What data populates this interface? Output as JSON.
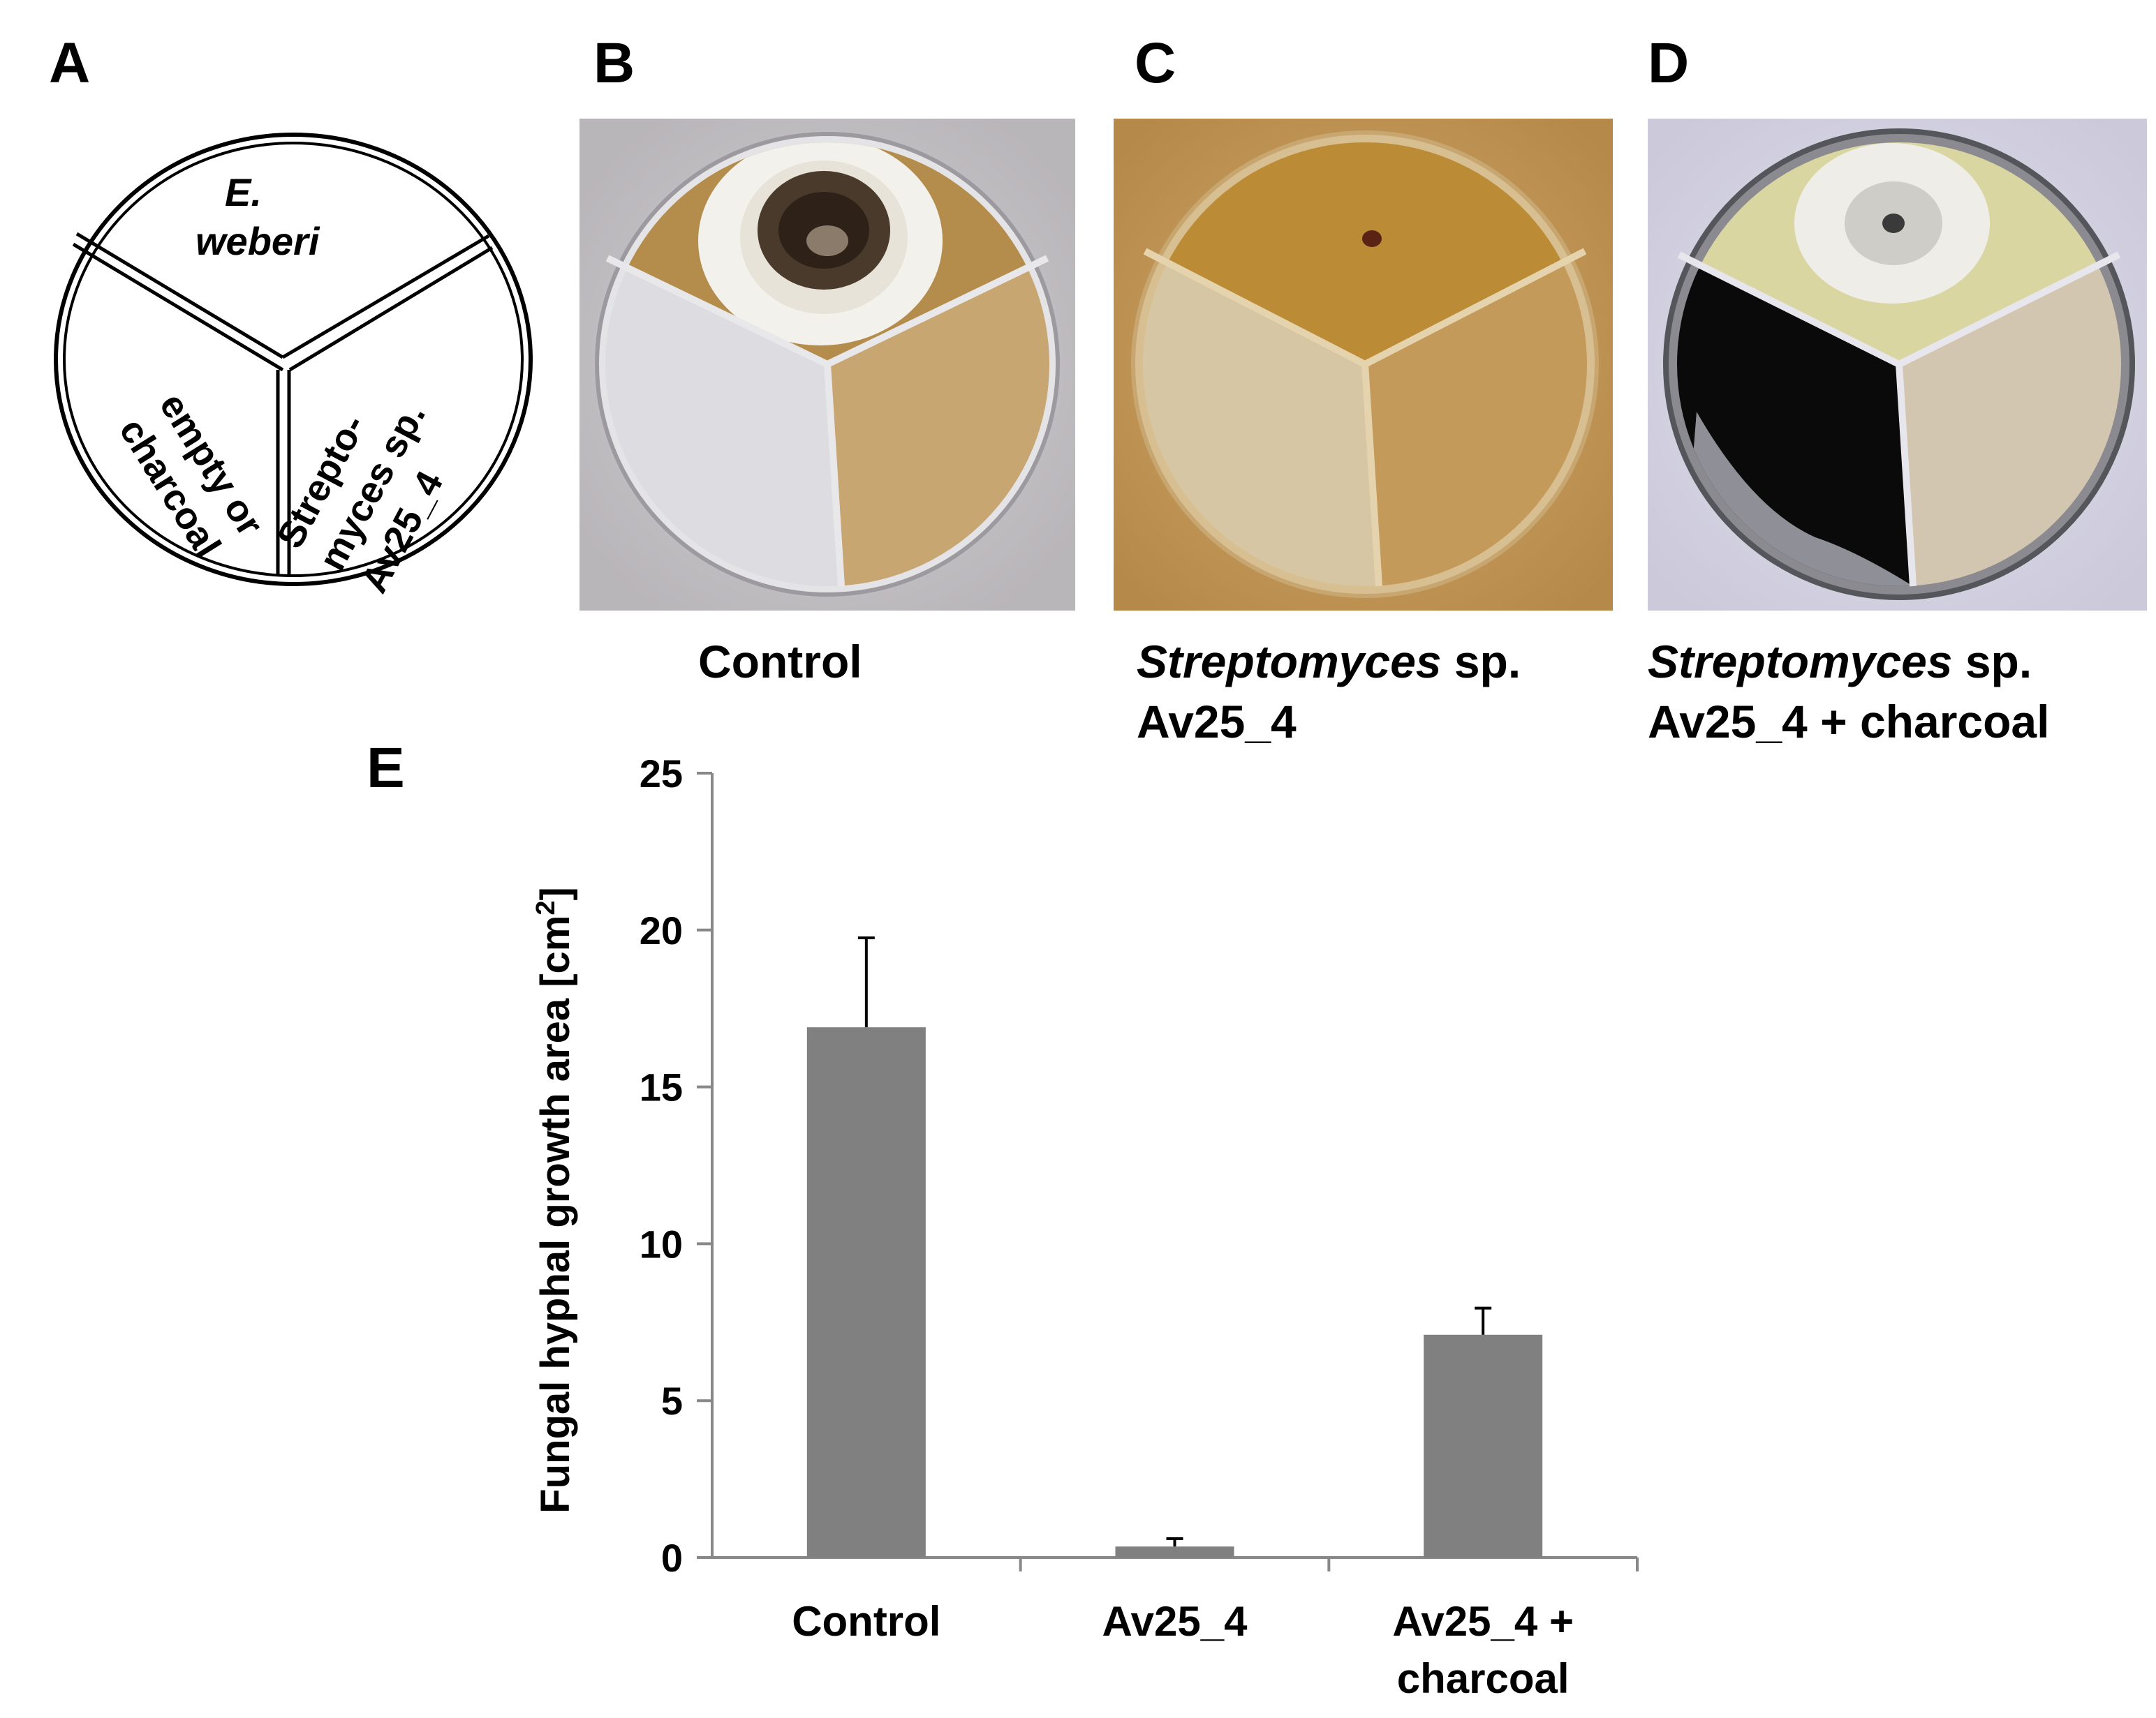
{
  "panels": {
    "a": {
      "letter": "A",
      "sector_top": {
        "line1": "E.",
        "line2": "weberi"
      },
      "sector_left": {
        "line1": "empty or",
        "line2": "charcoal"
      },
      "sector_right": {
        "line1": "Strepto-",
        "line2": "myces sp.",
        "line3": "Av25_4"
      }
    },
    "b": {
      "letter": "B",
      "caption": "Control"
    },
    "c": {
      "letter": "C",
      "caption_italic": "Streptomyces",
      "caption_rest": " sp.",
      "caption_line2": "Av25_4"
    },
    "d": {
      "letter": "D",
      "caption_italic": "Streptomyces",
      "caption_rest": " sp.",
      "caption_line2": "Av25_4 + charcoal"
    },
    "e": {
      "letter": "E"
    }
  },
  "colors": {
    "bar": "#808080",
    "plate_b_bg": "#c8c6c9",
    "plate_c_bg": "#c99a5a",
    "plate_d_bg": "#d9d8e6",
    "agar_amber": "#c8a35a",
    "mycelium": "#f1efe9",
    "charcoal": "#0a0a0a"
  },
  "chart_data": {
    "type": "bar",
    "categories": [
      "Control",
      "Av25_4",
      "Av25_4 + charcoal"
    ],
    "category_lines": [
      [
        "Control"
      ],
      [
        "Av25_4"
      ],
      [
        "Av25_4 +",
        "charcoal"
      ]
    ],
    "values": [
      16.9,
      0.35,
      7.1
    ],
    "errors": [
      2.85,
      0.25,
      0.85
    ],
    "ylabel": "Fungal hyphal growth area [cm",
    "ylabel_sup": "2",
    "ylabel_end": "]",
    "ylim": [
      0,
      25
    ],
    "yticks": [
      0,
      5,
      10,
      15,
      20,
      25
    ],
    "grid": false
  }
}
